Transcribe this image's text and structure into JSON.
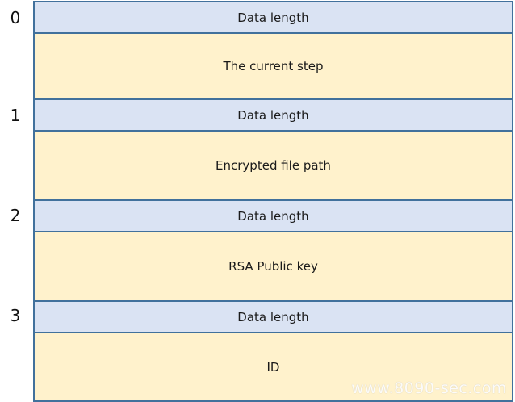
{
  "rows": [
    {
      "index": "0",
      "length_label": "Data length",
      "content_label": "The current step"
    },
    {
      "index": "1",
      "length_label": "Data length",
      "content_label": "Encrypted file path"
    },
    {
      "index": "2",
      "length_label": "Data length",
      "content_label": "RSA Public key"
    },
    {
      "index": "3",
      "length_label": "Data length",
      "content_label": "ID"
    }
  ],
  "watermark": "www.8090-sec.com",
  "colors": {
    "length_fill": "#dae3f3",
    "content_fill": "#fff2cc",
    "border": "#41719c"
  }
}
